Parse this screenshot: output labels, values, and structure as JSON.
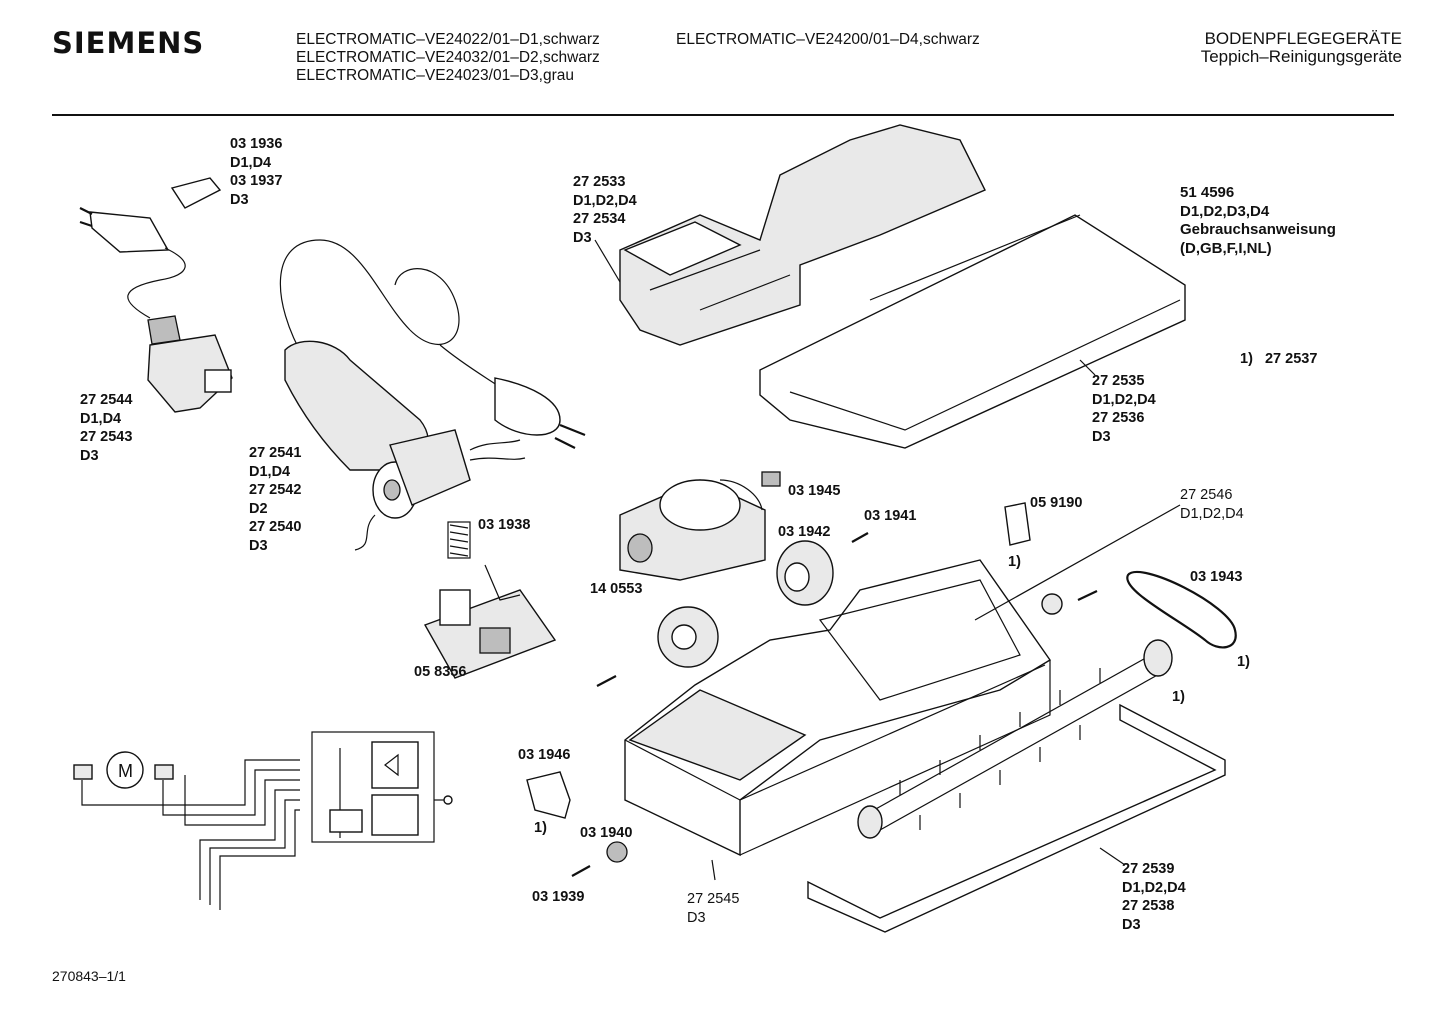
{
  "header": {
    "brand": "SIEMENS",
    "models_col1": [
      "ELECTROMATIC–VE24022/01–D1,schwarz",
      "ELECTROMATIC–VE24032/01–D2,schwarz",
      "ELECTROMATIC–VE24023/01–D3,grau"
    ],
    "models_col2": [
      "ELECTROMATIC–VE24200/01–D4,schwarz"
    ],
    "category": "BODENPFLEGEGERÄTE",
    "subcategory": "Teppich–Reinigungsgeräte"
  },
  "labels": {
    "l031936": [
      "03 1936",
      "D1,D4",
      "03 1937",
      "D3"
    ],
    "l272533": [
      "27 2533",
      "D1,D2,D4",
      "27 2534",
      "D3"
    ],
    "l514596": [
      "51 4596",
      "D1,D2,D3,D4",
      "Gebrauchsanweisung",
      "(D,GB,F,I,NL)"
    ],
    "l272537": "1)   27 2537",
    "l272544": [
      "27 2544",
      "D1,D4",
      "27 2543",
      "D3"
    ],
    "l272541": [
      "27 2541",
      "D1,D4",
      "27 2542",
      "D2",
      "27 2540",
      "D3"
    ],
    "l272535": [
      "27 2535",
      "D1,D2,D4",
      "27 2536",
      "D3"
    ],
    "l031945": "03 1945",
    "l031938": "03 1938",
    "l031942": "03 1942",
    "l031941": "03 1941",
    "l059190": "05 9190",
    "l059190_note": "1)",
    "l272546": [
      "27 2546",
      "D1,D2,D4"
    ],
    "l140553": "14 0553",
    "l031943": "03 1943",
    "l031943_note": "1)",
    "l058356": "05 8356",
    "l_roller_note": "1)",
    "l031946": "03 1946",
    "l031946_note": "1)",
    "l031940": "03 1940",
    "l031939": "03 1939",
    "l272545": [
      "27 2545",
      "D3"
    ],
    "l272539": [
      "27 2539",
      "D1,D2,D4",
      "27 2538",
      "D3"
    ],
    "motor_symbol": "M"
  },
  "footer": "270843–1/1"
}
